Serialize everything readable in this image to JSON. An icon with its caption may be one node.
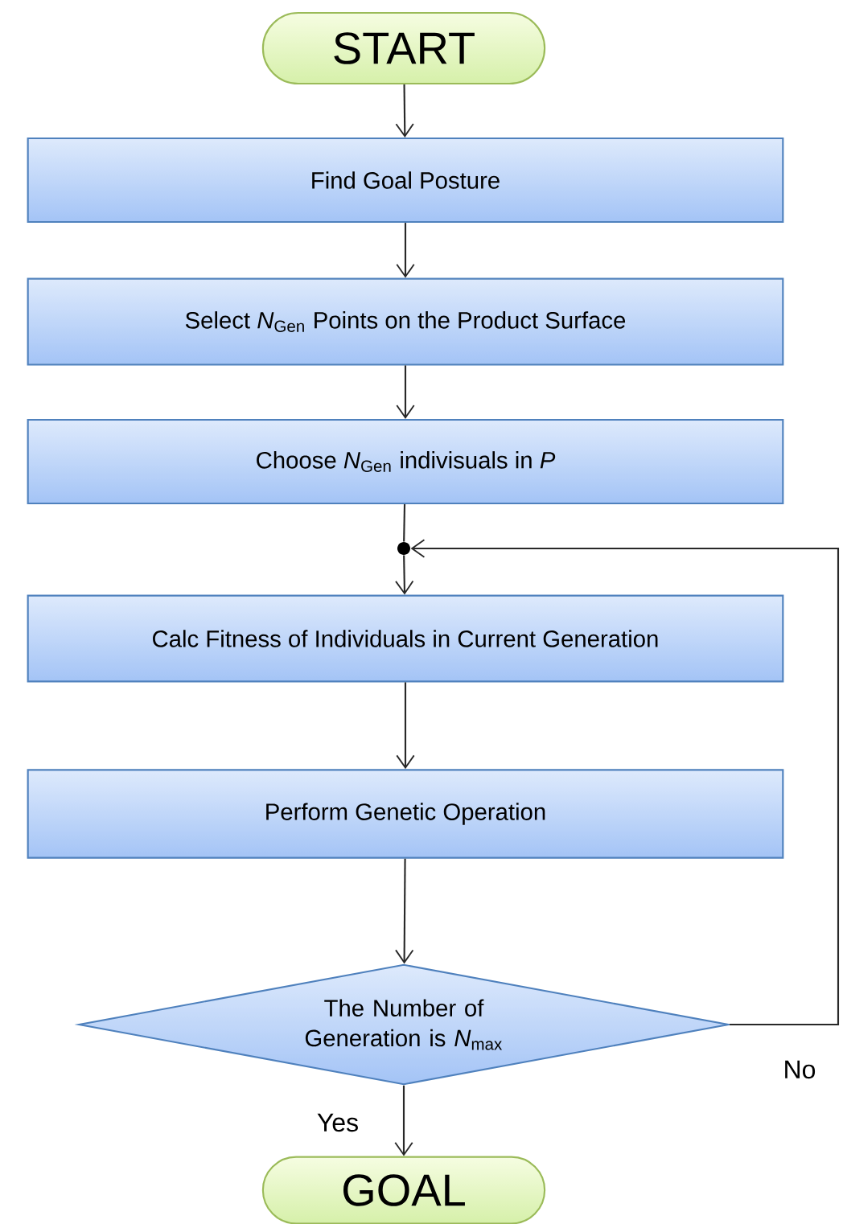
{
  "diagram": {
    "nodes": [
      {
        "text": [
          "START"
        ]
      },
      {
        "text": [
          "Find  Goal Posture"
        ]
      },
      {
        "text": [
          "Select *N*$_{Gen}$ Points on the Product Surface"
        ]
      },
      {
        "text": [
          "Choose *N*$_{Gen}$ indivisuals in *P*"
        ]
      },
      {
        "text": [],
        "shape": "circle"
      },
      {
        "text": [
          "Calc Fitness of Individuals in Current Generation"
        ]
      },
      {
        "text": [
          "Perform Genetic Operation"
        ]
      },
      {
        "text": [
          "The Number of Generation is *N*$_{max}$"
        ]
      },
      {
        "text": [
          "GOAL"
        ]
      }
    ],
    "edges": [
      {
        "from": 0,
        "to": 1,
        "arrow": "to"
      },
      {
        "from": 1,
        "to": 2,
        "arrow": "to"
      },
      {
        "from": 2,
        "to": 3,
        "arrow": "to"
      },
      {
        "from": 3,
        "to": 4,
        "arrow": "none"
      },
      {
        "from": 4,
        "to": 5,
        "arrow": "to"
      },
      {
        "from": 5,
        "to": 6,
        "arrow": "to"
      },
      {
        "from": 6,
        "to": 7,
        "arrow": "to"
      },
      {
        "from": 7,
        "to": 8,
        "arrow": "to",
        "label": "Yes"
      },
      {
        "from": 7,
        "to": 4,
        "arrow": "to",
        "label": "No"
      }
    ]
  }
}
